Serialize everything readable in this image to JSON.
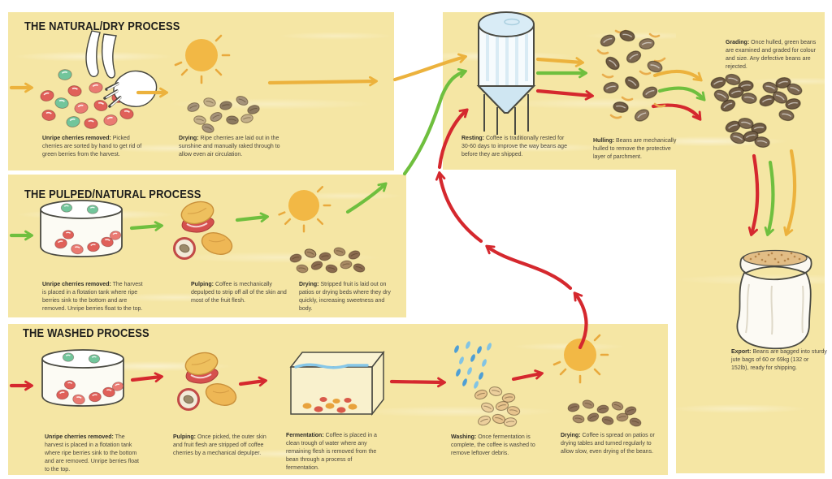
{
  "sections": {
    "natural": {
      "title": "THE NATURAL/DRY PROCESS",
      "steps": [
        {
          "label": "Unripe cherries removed:",
          "text": "Picked cherries are sorted by hand to get rid of green berries from the harvest."
        },
        {
          "label": "Drying:",
          "text": "Ripe cherries are laid out in the sunshine and manually raked through to allow even air circulation."
        }
      ]
    },
    "pulped": {
      "title": "THE PULPED/NATURAL PROCESS",
      "steps": [
        {
          "label": "Unripe cherries removed:",
          "text": "The harvest is placed in a flotation tank where ripe berries sink to the bottom and are removed. Unripe berries float to the top."
        },
        {
          "label": "Pulping:",
          "text": "Coffee is mechanically depulped to strip off all of the skin and most of the fruit flesh."
        },
        {
          "label": "Drying:",
          "text": "Stripped fruit is laid out on patios or drying beds where they dry quickly, increasing sweetness and body."
        }
      ]
    },
    "washed": {
      "title": "THE WASHED PROCESS",
      "steps": [
        {
          "label": "Unripe cherries removed:",
          "text": "The harvest is placed in a flotation tank where ripe berries sink to the bottom and are removed. Unripe berries float to the top."
        },
        {
          "label": "Pulping:",
          "text": "Once picked, the outer skin and fruit flesh are stripped off coffee cherries by a mechanical depulper."
        },
        {
          "label": "Fermentation:",
          "text": "Coffee is placed in a clean trough of water where any remaining flesh is removed from the bean through a process of fermentation."
        },
        {
          "label": "Washing:",
          "text": "Once fermentation is complete, the coffee is washed to remove leftover debris."
        },
        {
          "label": "Drying:",
          "text": "Coffee is spread on patios or drying tables and turned regularly to allow slow, even drying of the beans."
        }
      ]
    },
    "shared": {
      "steps": [
        {
          "label": "Resting:",
          "text": "Coffee is traditionally rested for 30-60 days to improve the way beans age before they are shipped."
        },
        {
          "label": "Hulling:",
          "text": "Beans are mechanically hulled to remove the protective layer of parchment."
        },
        {
          "label": "Grading:",
          "text": "Once hulled, green beans are examined and graded for colour and size. Any defective beans are rejected."
        },
        {
          "label": "Export:",
          "text": "Beans are bagged into sturdy jute bags of 60 or 69kg (132 or 152lb), ready for shipping."
        }
      ]
    }
  },
  "colors": {
    "panel_yellow": "#f5e6a4",
    "arrow_natural_orange": "#ecb23d",
    "arrow_pulped_green": "#6fbf3e",
    "arrow_washed_red": "#d5282e",
    "title_text": "#1e1e1c",
    "caption_text": "#4a463e"
  },
  "illustrations": [
    "sorting-hands-icon",
    "cherry-pile-icon",
    "sun-icon",
    "flotation-tank-icon",
    "pulped-cherries-icon",
    "fermentation-trough-icon",
    "rain-icon",
    "coffee-beans-icon",
    "resting-silo-icon",
    "hulled-beans-icon",
    "graded-beans-icon",
    "jute-bag-icon"
  ]
}
